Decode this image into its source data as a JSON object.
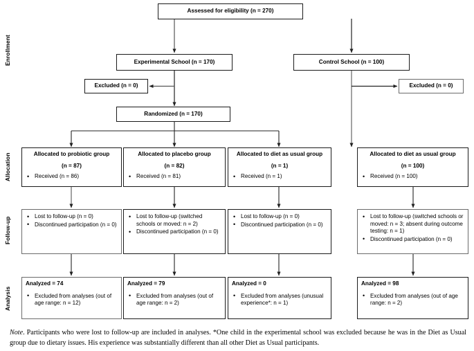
{
  "stage_labels": [
    {
      "name": "enrollment",
      "text": "Enrollment"
    },
    {
      "name": "allocation",
      "text": "Allocation"
    },
    {
      "name": "followup",
      "text": "Follow-up"
    },
    {
      "name": "analysis",
      "text": "Analysis"
    }
  ],
  "enrollment": {
    "assessed": "Assessed for eligibility (n = 270)",
    "experimental_school": "Experimental School (n = 170)",
    "control_school": "Control School (n = 100)",
    "excluded_left": "Excluded (n = 0)",
    "excluded_right": "Excluded (n = 0)",
    "randomized": "Randomized (n = 170)"
  },
  "allocation": [
    {
      "title": "Allocated to probiotic group",
      "count": "(n = 87)",
      "bullets": [
        "Received (n = 86)"
      ]
    },
    {
      "title": "Allocated to placebo group",
      "count": "(n = 82)",
      "bullets": [
        "Received (n = 81)"
      ]
    },
    {
      "title": "Allocated to diet as usual group",
      "count": "(n = 1)",
      "bullets": [
        "Received (n = 1)"
      ]
    },
    {
      "title": "Allocated to diet as usual group",
      "count": "(n = 100)",
      "bullets": [
        "Received (n = 100)"
      ]
    }
  ],
  "followup": [
    {
      "bullets": [
        "Lost to follow-up (n = 0)",
        "Discontinued participation (n = 0)"
      ]
    },
    {
      "bullets": [
        "Lost to follow-up (switched schools or moved: n = 2)",
        "Discontinued participation (n = 0)"
      ]
    },
    {
      "bullets": [
        "Lost to follow-up (n = 0)",
        "Discontinued participation (n = 0)"
      ]
    },
    {
      "bullets": [
        "Lost to follow-up (switched schools or moved: n = 3; absent during outcome testing: n = 1)",
        "Discontinued participation (n = 0)"
      ]
    }
  ],
  "analysis": [
    {
      "title": "Analyzed = 74",
      "bullets": [
        "Excluded from analyses (out of age range: n = 12)"
      ]
    },
    {
      "title": "Analyzed = 79",
      "bullets": [
        "Excluded from analyses (out of age range: n = 2)"
      ]
    },
    {
      "title": "Analyzed = 0",
      "bullets": [
        "Excluded from analyses (unusual experience*: n = 1)"
      ]
    },
    {
      "title": "Analyzed = 98",
      "bullets": [
        "Excluded from analyses (out of age range: n = 2)"
      ]
    }
  ],
  "note": {
    "label": "Note",
    "text": ". Participants who were lost to follow-up are included in analyses. *One child in the experimental school was excluded because he was in the Diet as Usual group due to dietary issues. His experience was substantially different than all other Diet as Usual participants."
  },
  "colors": {
    "box_border": "#6b6b6b",
    "box_border_dark": "#1a1a1a",
    "connector": "#3a3a3a",
    "text": "#000000",
    "background": "#ffffff"
  }
}
